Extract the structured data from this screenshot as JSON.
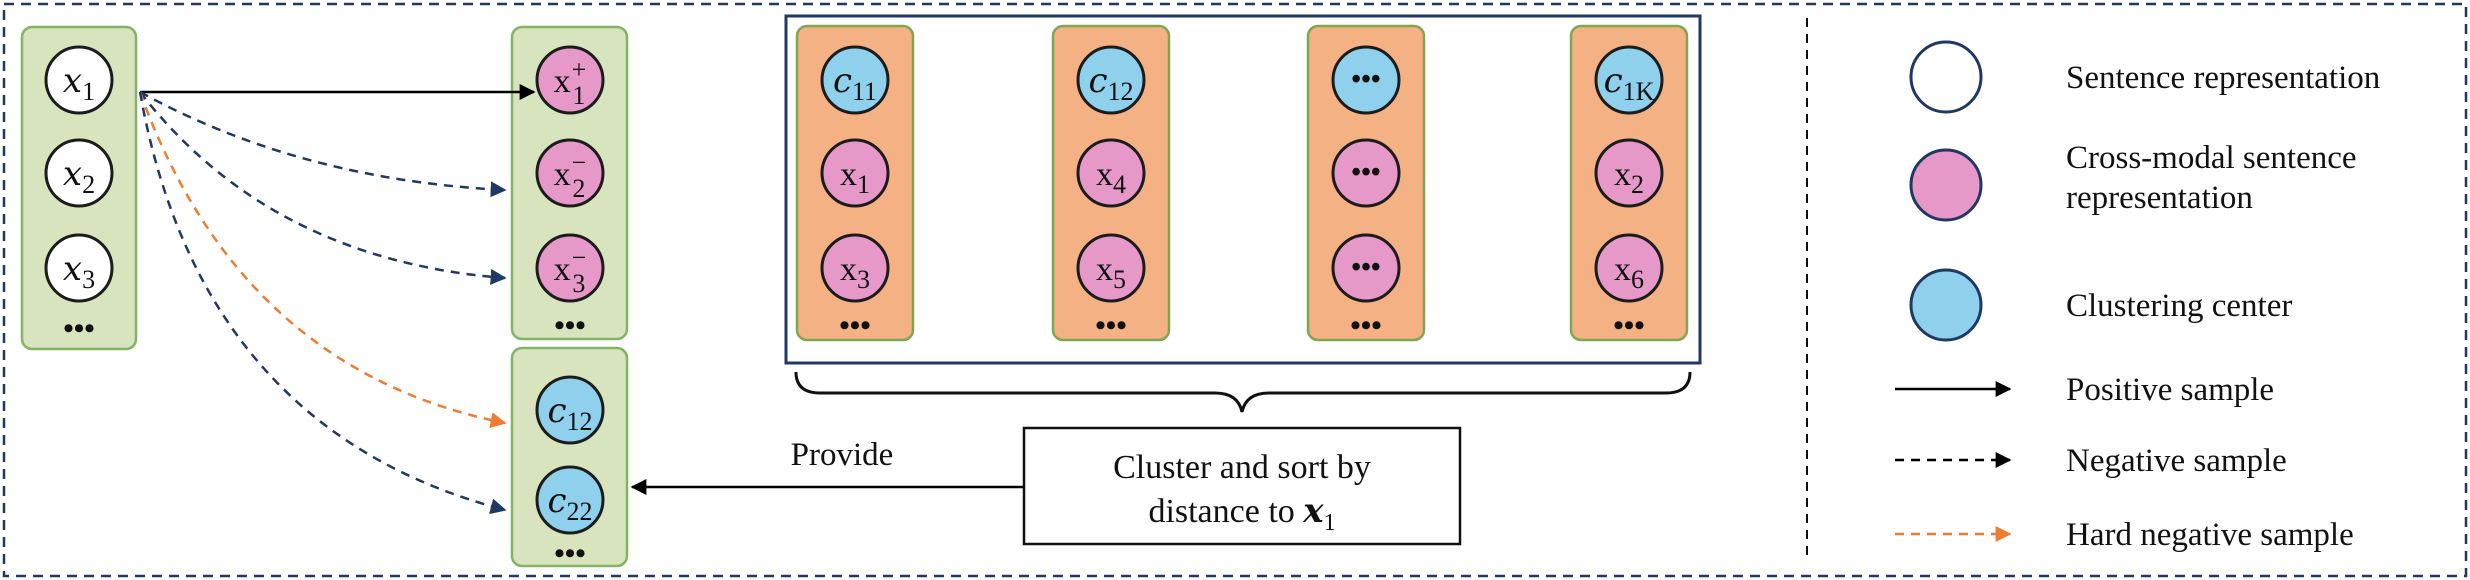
{
  "colors": {
    "frame": "#1f3864",
    "group_fill": "#d7e4bd",
    "group_stroke": "#82b366",
    "cluster_fill": "#f4b183",
    "cluster_stroke": "#7fa650",
    "pink": "#e699c8",
    "blue": "#8fd0ec",
    "white": "#ffffff",
    "positive_arrow": "#000000",
    "negative_arrow": "#1f3864",
    "hard_negative_arrow": "#ed7d31"
  },
  "input_column": {
    "nodes": [
      {
        "var": "x",
        "sub": "1",
        "style": "white"
      },
      {
        "var": "x",
        "sub": "2",
        "style": "white"
      },
      {
        "var": "x",
        "sub": "3",
        "style": "white"
      }
    ],
    "ellipsis": "•••"
  },
  "sample_column": {
    "nodes": [
      {
        "var": "x",
        "sub": "1",
        "sup": "+",
        "style": "pink"
      },
      {
        "var": "x",
        "sub": "2",
        "sup": "−",
        "style": "pink"
      },
      {
        "var": "x",
        "sub": "3",
        "sup": "−",
        "style": "pink"
      }
    ],
    "ellipsis": "•••"
  },
  "center_column": {
    "nodes": [
      {
        "var": "c",
        "sub": "12",
        "style": "blue"
      },
      {
        "var": "c",
        "sub": "22",
        "style": "blue"
      }
    ],
    "ellipsis": "•••"
  },
  "clusters": [
    {
      "center": {
        "var": "c",
        "sub": "11"
      },
      "members": [
        {
          "var": "x",
          "sub": "1"
        },
        {
          "var": "x",
          "sub": "3"
        }
      ],
      "ellipsis": "•••"
    },
    {
      "center": {
        "var": "c",
        "sub": "12"
      },
      "members": [
        {
          "var": "x",
          "sub": "4"
        },
        {
          "var": "x",
          "sub": "5"
        }
      ],
      "ellipsis": "•••"
    },
    {
      "center": {
        "var": "",
        "sub": "",
        "text": "•••"
      },
      "members": [
        {
          "text": "•••"
        },
        {
          "text": "•••"
        }
      ],
      "ellipsis": "•••"
    },
    {
      "center": {
        "var": "c",
        "sub": "1K"
      },
      "members": [
        {
          "var": "x",
          "sub": "2"
        },
        {
          "var": "x",
          "sub": "6"
        }
      ],
      "ellipsis": "•••"
    }
  ],
  "process_box": {
    "line1": "Cluster and sort by",
    "line2_prefix": "distance to ",
    "line2_var": "x",
    "line2_sub": "1"
  },
  "provide_label": "Provide",
  "legend": [
    {
      "symbol": "circle-white",
      "text": [
        "Sentence representation"
      ]
    },
    {
      "symbol": "circle-pink",
      "text": [
        "Cross-modal sentence",
        "representation"
      ]
    },
    {
      "symbol": "circle-blue",
      "text": [
        "Clustering center"
      ]
    },
    {
      "symbol": "arrow-solid",
      "text": [
        "Positive sample"
      ]
    },
    {
      "symbol": "arrow-dashed",
      "text": [
        "Negative sample"
      ]
    },
    {
      "symbol": "arrow-dashed-orange",
      "text": [
        "Hard negative sample"
      ]
    }
  ]
}
